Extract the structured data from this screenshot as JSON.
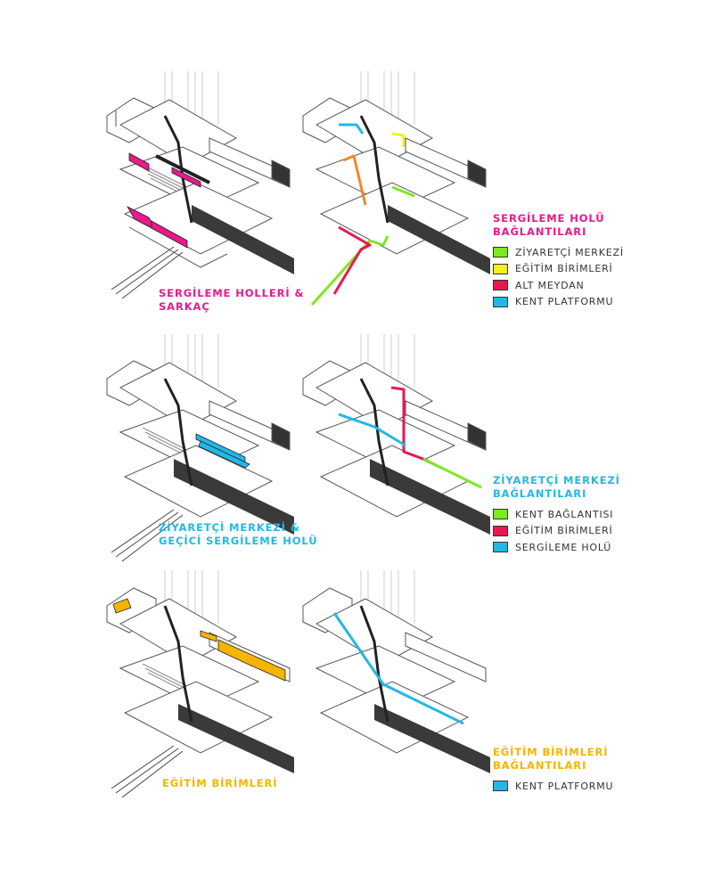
{
  "colors": {
    "magenta": "#e8198b",
    "cyan": "#23b7e5",
    "yellow": "#f5b400",
    "dark": "#3a3a3a",
    "text": "#333333"
  },
  "panels": [
    {
      "caption": [
        "SERGİLEME HOLLERİ &",
        "SARKAÇ"
      ],
      "caption_color": "#e8198b",
      "highlight": "#e8198b",
      "routes": []
    },
    {
      "legend": {
        "title": [
          "SERGİLEME HOLÜ",
          "BAĞLANTILARI"
        ],
        "title_color": "#e8198b",
        "items": [
          {
            "label": "ZİYARETÇİ MERKEZİ",
            "color": "#7ee81f"
          },
          {
            "label": "EĞİTİM BİRİMLERİ",
            "color": "#f5f01a"
          },
          {
            "label": "ALT MEYDAN",
            "color": "#e8194f"
          },
          {
            "label": "KENT PLATFORMU",
            "color": "#23b7e5"
          }
        ]
      }
    },
    {
      "caption": [
        "ZİYARETÇİ MERKEZİ &",
        "GEÇİCİ SERGİLEME HOLÜ"
      ],
      "caption_color": "#23b7e5",
      "highlight": "#23b7e5"
    },
    {
      "legend": {
        "title": [
          "ZİYARETÇİ MERKEZİ",
          "BAĞLANTILARI"
        ],
        "title_color": "#23b7e5",
        "items": [
          {
            "label": "KENT BAĞLANTISI",
            "color": "#7ee81f"
          },
          {
            "label": "EĞİTİM BİRİMLERİ",
            "color": "#e8194f"
          },
          {
            "label": "SERGİLEME HOLÜ",
            "color": "#23b7e5"
          }
        ]
      }
    },
    {
      "caption": [
        "EĞİTİM BİRİMLERİ"
      ],
      "caption_color": "#f5b400",
      "highlight": "#f5b400"
    },
    {
      "legend": {
        "title": [
          "EĞİTİM BİRİMLERİ",
          "BAĞLANTILARI"
        ],
        "title_color": "#f5b400",
        "items": [
          {
            "label": "KENT PLATFORMU",
            "color": "#23b7e5"
          }
        ]
      }
    }
  ]
}
